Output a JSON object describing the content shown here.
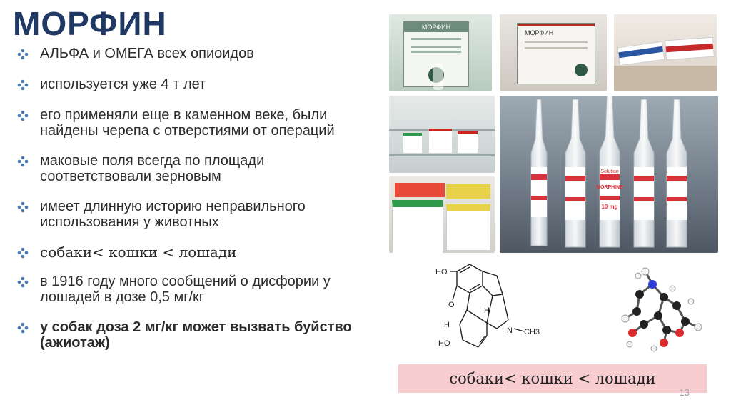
{
  "slide": {
    "title": "МОРФИН",
    "bullets": [
      {
        "text": "АЛЬФА и ОМЕГА всех опиоидов",
        "bold": false,
        "serif": false
      },
      {
        "text": "используется уже 4 т лет",
        "bold": false,
        "serif": false
      },
      {
        "text": "его применяли еще в каменном веке, были найдены черепа с отверстиями от операций",
        "bold": false,
        "serif": false
      },
      {
        "text": "маковые поля всегда по площади соответствовали зерновым",
        "bold": false,
        "serif": false
      },
      {
        "text": "имеет длинную историю неправильного использования у животных",
        "bold": false,
        "serif": false
      },
      {
        "text": "собаки< кошки < лошади",
        "bold": false,
        "serif": true
      },
      {
        "text": "в 1916 году много сообщений о дисфории у лошадей в дозе 0,5 мг/кг",
        "bold": false,
        "serif": false
      },
      {
        "text": "у собак доза 2 мг/кг может вызвать буйство (ажиотаж)",
        "bold": true,
        "serif": false
      }
    ],
    "caption": "собаки< кошки < лошади",
    "page_number": "13",
    "bullet_color": "#4a7ab5",
    "title_color": "#1f3864"
  },
  "photos": {
    "box_label_1": "МОРФИН",
    "box_label_2": "МОРФИН",
    "ampoule_label_1": "Solution",
    "ampoule_label_2": "MORPHINE",
    "ampoule_label_3": "10 mg"
  },
  "structure": {
    "label_ho_top": "HO",
    "label_o": "O",
    "label_h_left": "H",
    "label_h_mid": "H",
    "label_n": "N",
    "label_ch3": "CH3",
    "label_ho_bottom": "HO"
  }
}
